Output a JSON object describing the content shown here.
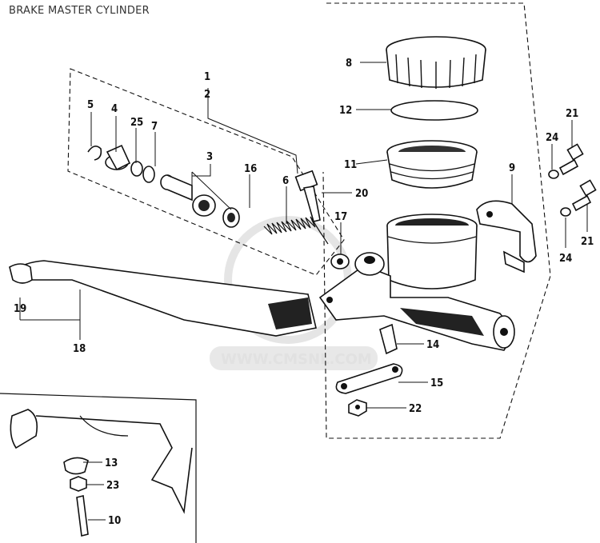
{
  "title": "BRAKE MASTER CYLINDER",
  "watermark": "WWW.CMSNL.COM",
  "callouts": {
    "p1": "1",
    "p2": "2",
    "p3": "3",
    "p4": "4",
    "p5": "5",
    "p6": "6",
    "p7": "7",
    "p8": "8",
    "p9": "9",
    "p10": "10",
    "p11": "11",
    "p12": "12",
    "p13": "13",
    "p14": "14",
    "p15": "15",
    "p16": "16",
    "p17": "17",
    "p18": "18",
    "p19": "19",
    "p20": "20",
    "p21a": "21",
    "p21b": "21",
    "p22": "22",
    "p23": "23",
    "p24a": "24",
    "p24b": "24",
    "p25": "25"
  }
}
